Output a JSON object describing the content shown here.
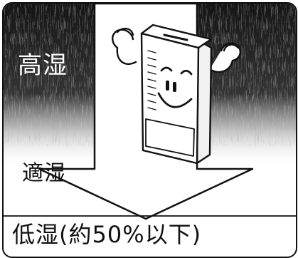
{
  "labels": {
    "high": "高湿",
    "mid": "適湿",
    "low": "低湿(約50%以下)"
  },
  "colors": {
    "ink": "#111111",
    "paper": "#ffffff",
    "dark_band": "#1a1a1a"
  },
  "icons": [
    "dehumidifier-mascot-icon",
    "down-arrow-icon"
  ]
}
